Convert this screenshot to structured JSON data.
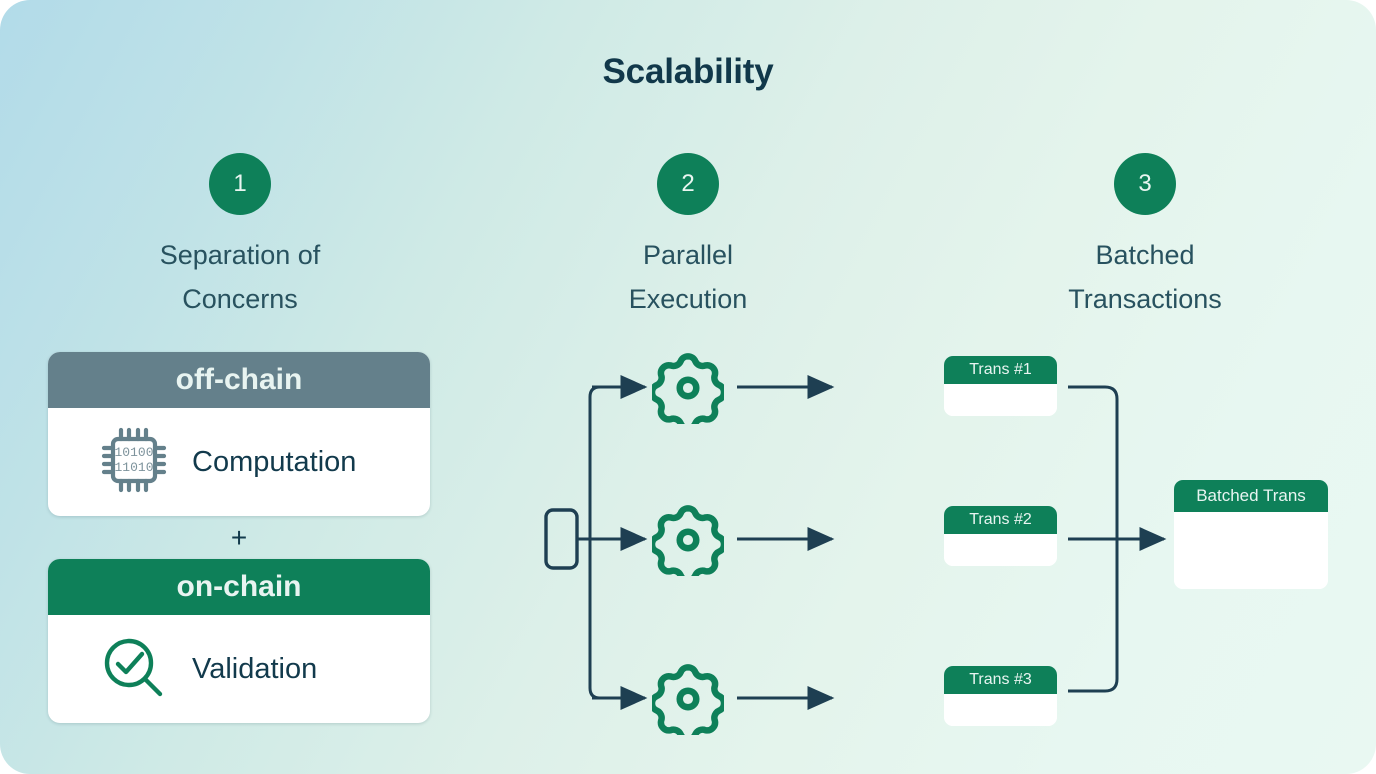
{
  "diagram": {
    "title": "Scalability",
    "theme": {
      "green": "#0e8059",
      "slate": "#64808b",
      "navy": "#1e3f52",
      "title_color": "#11384a",
      "label_color": "#28525f",
      "bg_from": "#b2dbe9",
      "bg_to": "#e9f8f2"
    },
    "steps": [
      {
        "number": "1",
        "label_line1": "Separation of",
        "label_line2": "Concerns"
      },
      {
        "number": "2",
        "label_line1": "Parallel",
        "label_line2": "Execution"
      },
      {
        "number": "3",
        "label_line1": "Batched",
        "label_line2": "Transactions"
      }
    ],
    "column1": {
      "off_chain": {
        "header": "off-chain",
        "item_label": "Computation",
        "icon": "cpu-chip-icon",
        "icon_text_line1": "10100",
        "icon_text_line2": "11010"
      },
      "separator": "+",
      "on_chain": {
        "header": "on-chain",
        "item_label": "Validation",
        "icon": "magnifier-check-icon"
      }
    },
    "column2": {
      "source_node": "input-node",
      "gears": [
        {
          "name": "gear-1"
        },
        {
          "name": "gear-2"
        },
        {
          "name": "gear-3"
        }
      ]
    },
    "column3": {
      "transactions": [
        {
          "label": "Trans #1"
        },
        {
          "label": "Trans #2"
        },
        {
          "label": "Trans #3"
        }
      ],
      "batched": {
        "label": "Batched Trans"
      }
    }
  }
}
